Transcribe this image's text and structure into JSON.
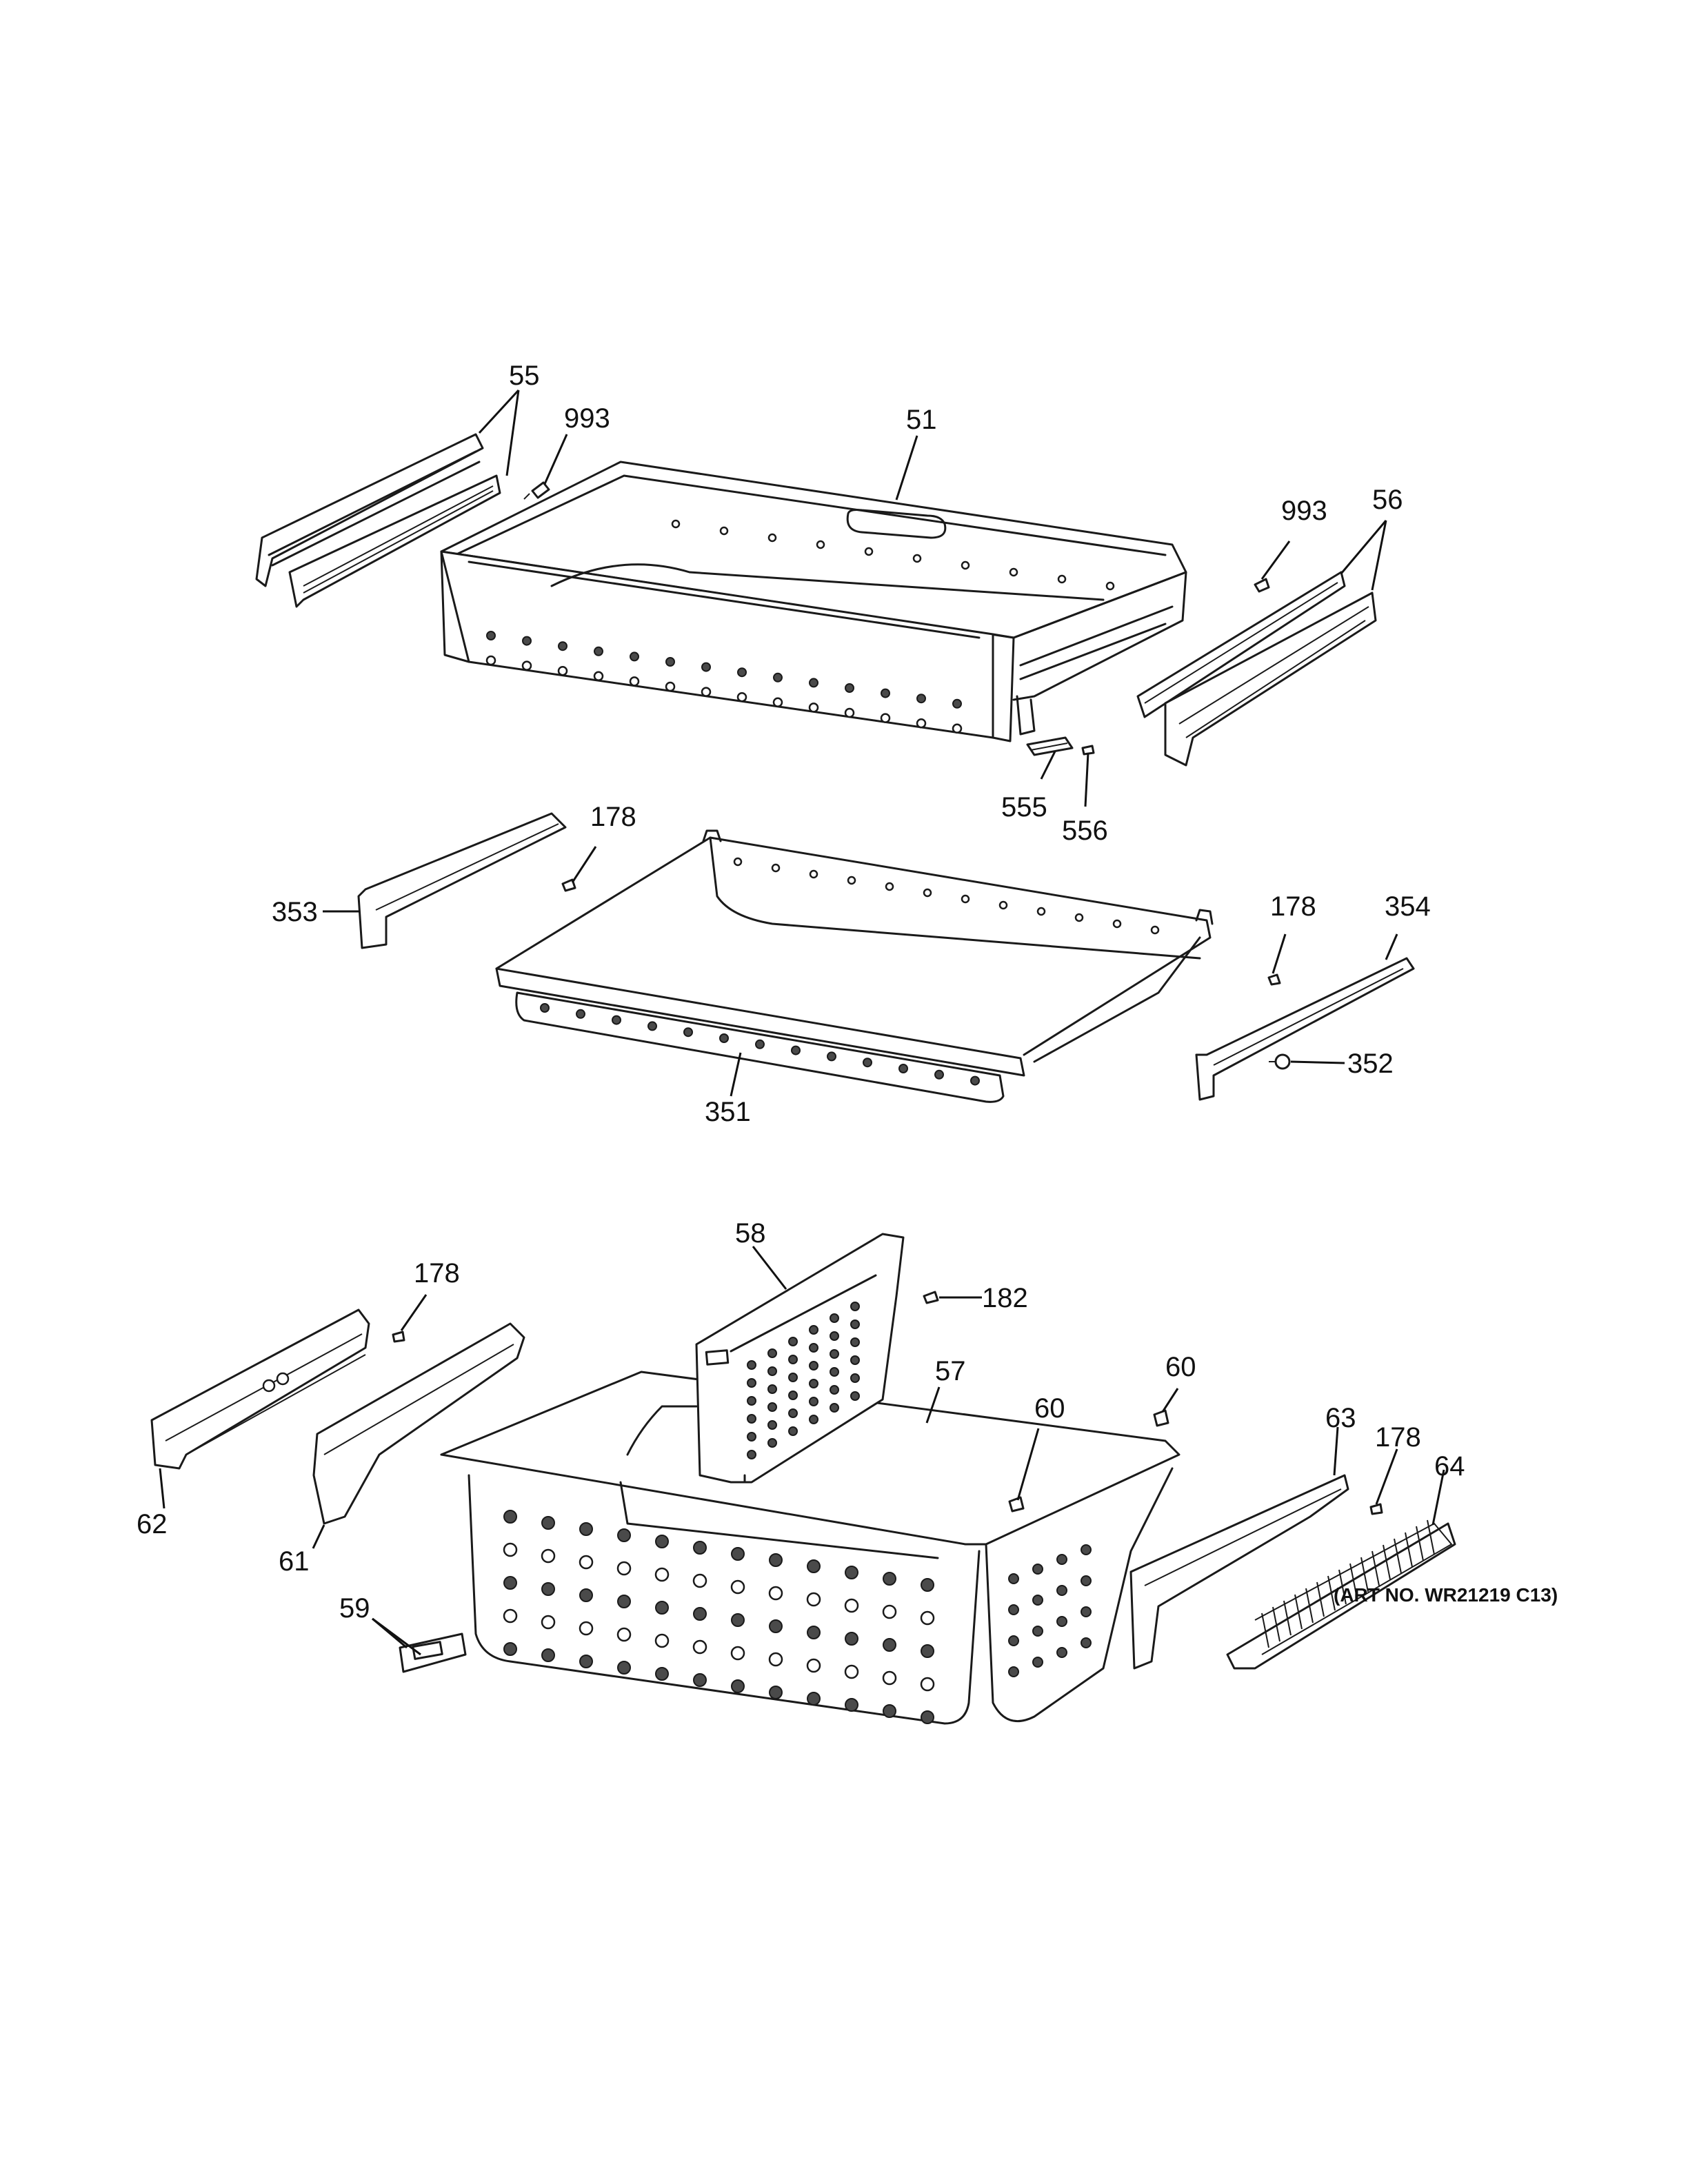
{
  "diagram": {
    "callouts": [
      {
        "id": "c55",
        "label": "55"
      },
      {
        "id": "c993a",
        "label": "993"
      },
      {
        "id": "c51",
        "label": "51"
      },
      {
        "id": "c993b",
        "label": "993"
      },
      {
        "id": "c56",
        "label": "56"
      },
      {
        "id": "c555",
        "label": "555"
      },
      {
        "id": "c556",
        "label": "556"
      },
      {
        "id": "c178a",
        "label": "178"
      },
      {
        "id": "c353",
        "label": "353"
      },
      {
        "id": "c178b",
        "label": "178"
      },
      {
        "id": "c354",
        "label": "354"
      },
      {
        "id": "c352",
        "label": "352"
      },
      {
        "id": "c351",
        "label": "351"
      },
      {
        "id": "c58",
        "label": "58"
      },
      {
        "id": "c178c",
        "label": "178"
      },
      {
        "id": "c182",
        "label": "182"
      },
      {
        "id": "c57",
        "label": "57"
      },
      {
        "id": "c60a",
        "label": "60"
      },
      {
        "id": "c60b",
        "label": "60"
      },
      {
        "id": "c62",
        "label": "62"
      },
      {
        "id": "c61",
        "label": "61"
      },
      {
        "id": "c63",
        "label": "63"
      },
      {
        "id": "c178d",
        "label": "178"
      },
      {
        "id": "c64",
        "label": "64"
      },
      {
        "id": "c59",
        "label": "59"
      }
    ]
  },
  "footer": {
    "art_no": "(ART NO. WR21219 C13)"
  }
}
